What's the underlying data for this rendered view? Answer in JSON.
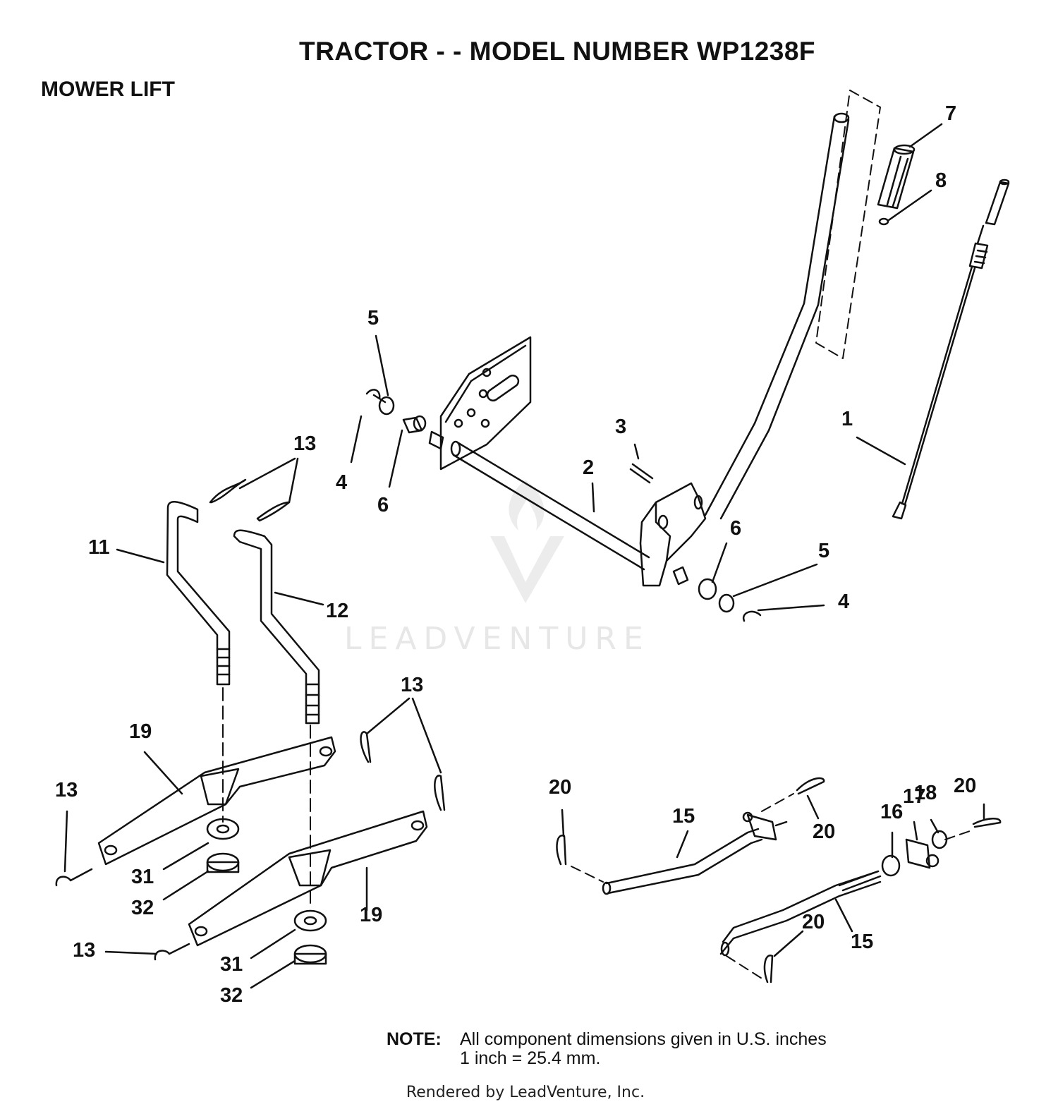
{
  "title": "TRACTOR - - MODEL NUMBER WP1238F",
  "section": "MOWER LIFT",
  "watermark": "LEADVENTURE",
  "callouts": {
    "c1": "1",
    "c2": "2",
    "c3": "3",
    "c4a": "4",
    "c4b": "4",
    "c5a": "5",
    "c5b": "5",
    "c6a": "6",
    "c6b": "6",
    "c7": "7",
    "c8": "8",
    "c11": "11",
    "c12": "12",
    "c13a": "13",
    "c13b": "13",
    "c13c": "13",
    "c13d": "13",
    "c15a": "15",
    "c15b": "15",
    "c16": "16",
    "c17": "17",
    "c18": "18",
    "c19a": "19",
    "c19b": "19",
    "c20a": "20",
    "c20b": "20",
    "c20c": "20",
    "c20d": "20",
    "c31a": "31",
    "c31b": "31",
    "c32a": "32",
    "c32b": "32"
  },
  "note": {
    "label": "NOTE:",
    "line1": "All component dimensions given in U.S. inches",
    "line2": "1 inch = 25.4 mm."
  },
  "footer": "Rendered by LeadVenture, Inc."
}
